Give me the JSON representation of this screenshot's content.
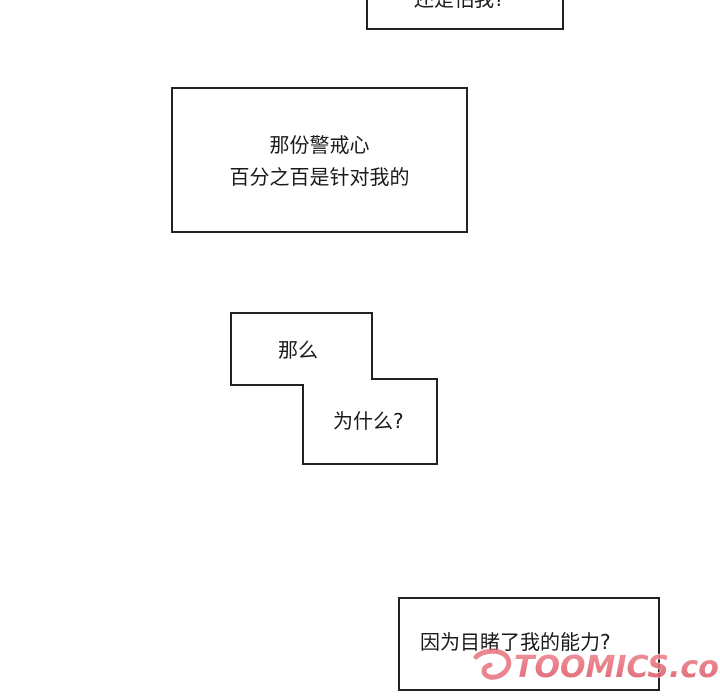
{
  "captions": {
    "top_partial": "还是怕我?",
    "suspicion_line1": "那份警戒心",
    "suspicion_line2": "百分之百是针对我的",
    "step_line1": "那么",
    "step_line2": "为什么?",
    "bottom": "因为目睹了我的能力?"
  },
  "watermark": {
    "text": "TOOMICS.com",
    "color": "#e8707c"
  }
}
